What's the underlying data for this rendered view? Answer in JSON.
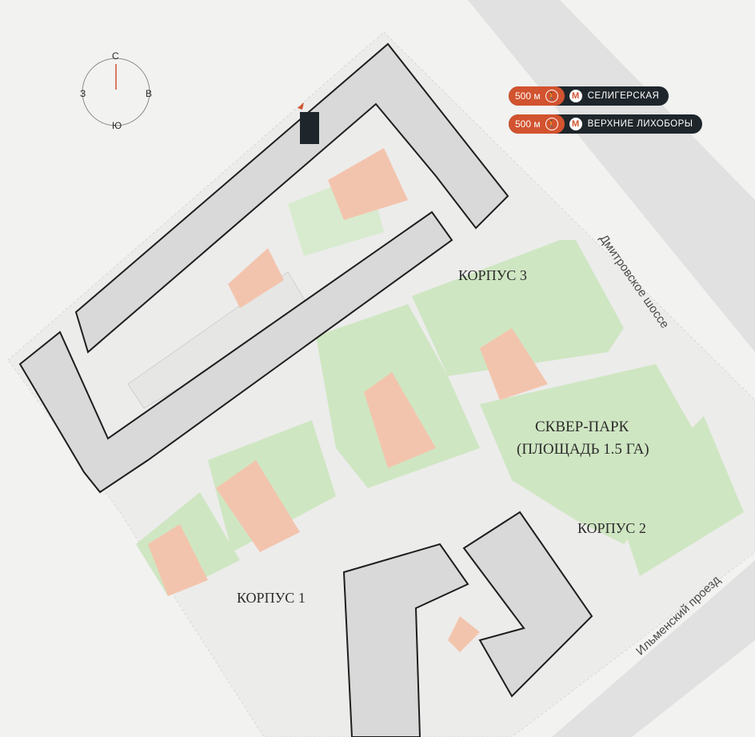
{
  "compass": {
    "north": "С",
    "south": "Ю",
    "west": "З",
    "east": "В"
  },
  "metro": [
    {
      "distance": "500 м",
      "station": "СЕЛИГЕРСКАЯ"
    },
    {
      "distance": "500 м",
      "station": "ВЕРХНИЕ ЛИХОБОРЫ"
    }
  ],
  "labels": {
    "building3": "КОРПУС 3",
    "building2": "КОРПУС 2",
    "building1": "КОРПУС 1",
    "park_title": "СКВЕР-ПАРК",
    "park_area": "(ПЛОЩАДЬ 1.5 ГА)"
  },
  "streets": {
    "dmitrovskoe": "Дмитровское шоссе",
    "ilmensky": "Ильменский проезд"
  },
  "colors": {
    "background": "#f2f2f1",
    "road": "#e1e1e1",
    "building": "#d9d9d9",
    "green": "#cfe6c2",
    "playground": "#f3c4ad",
    "metro_accent": "#d2532f",
    "metro_dark": "#1f262b"
  }
}
